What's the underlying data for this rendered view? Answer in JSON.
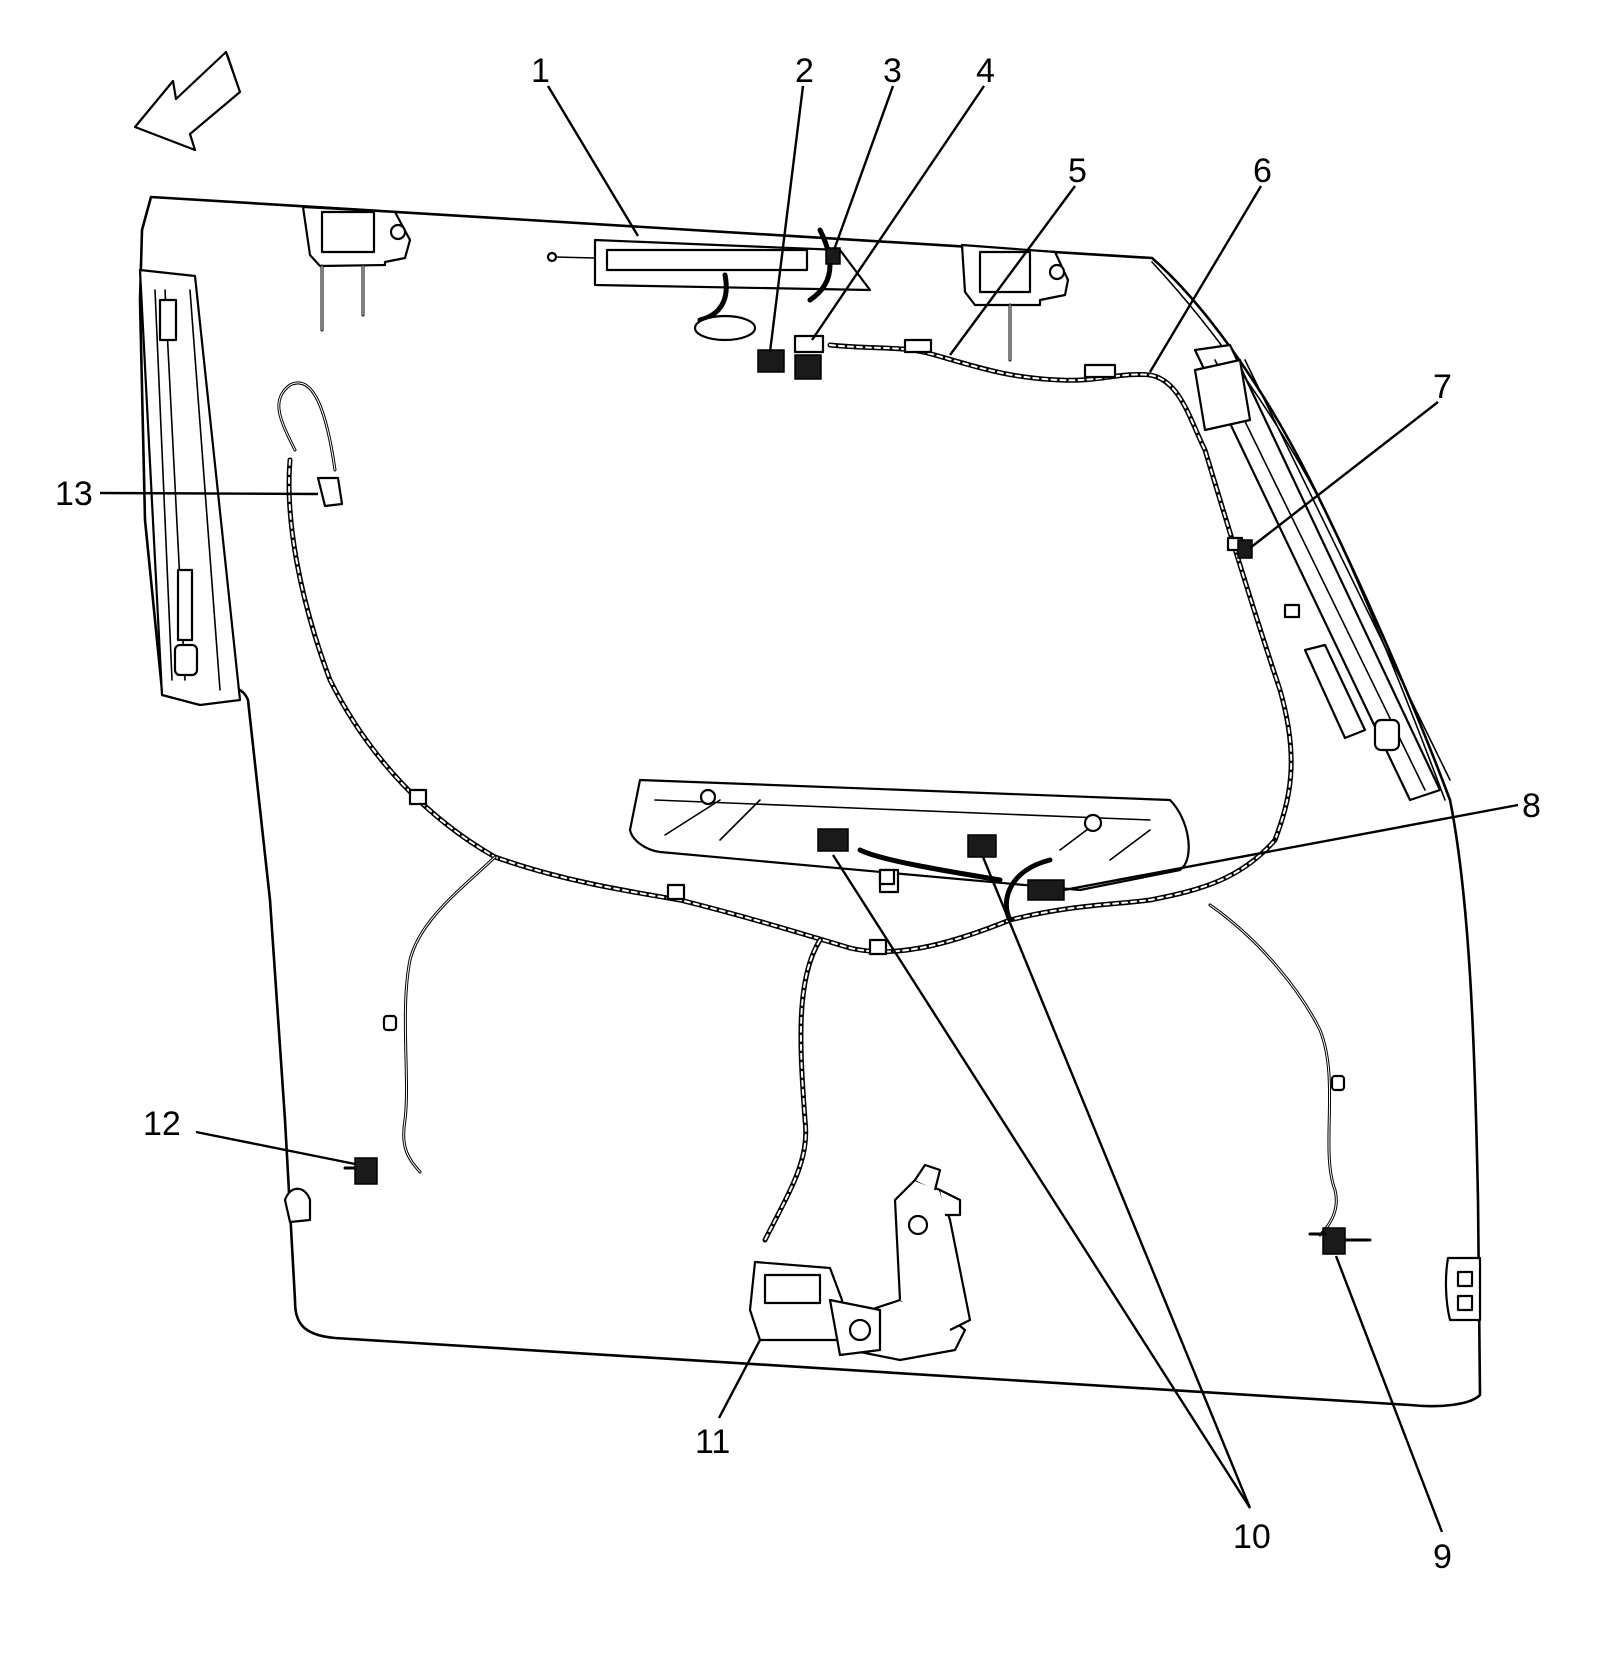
{
  "callouts": [
    {
      "id": "1",
      "label": "1"
    },
    {
      "id": "2",
      "label": "2"
    },
    {
      "id": "3",
      "label": "3"
    },
    {
      "id": "4",
      "label": "4"
    },
    {
      "id": "5",
      "label": "5"
    },
    {
      "id": "6",
      "label": "6"
    },
    {
      "id": "7",
      "label": "7"
    },
    {
      "id": "8",
      "label": "8"
    },
    {
      "id": "9",
      "label": "9"
    },
    {
      "id": "10",
      "label": "10"
    },
    {
      "id": "11",
      "label": "11"
    },
    {
      "id": "12",
      "label": "12"
    },
    {
      "id": "13",
      "label": "13"
    }
  ],
  "icons": {
    "orientation_arrow": "front-direction-arrow-icon"
  },
  "colors": {
    "line": "#000000",
    "background": "#ffffff"
  }
}
